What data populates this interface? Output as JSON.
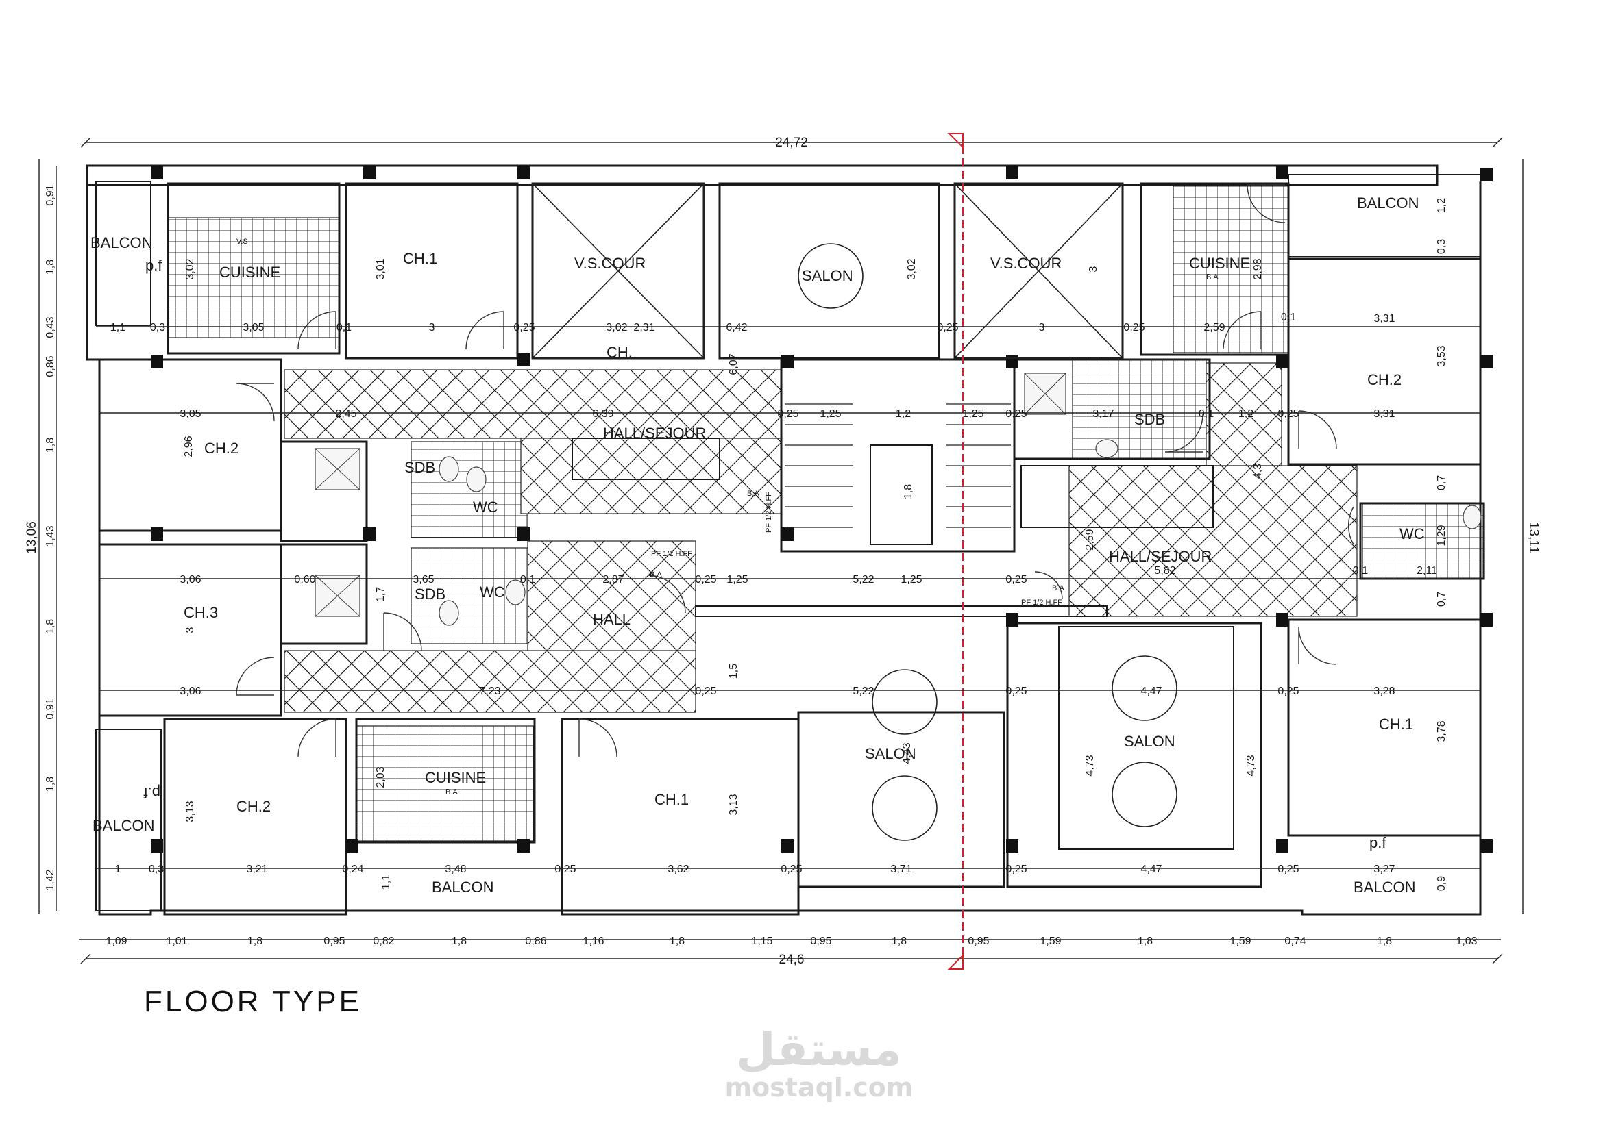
{
  "title": "FLOOR TYPE",
  "watermark": {
    "arabic": "مستقل",
    "domain": "mostaql.com"
  },
  "overall_dims": {
    "top": "24,72",
    "bottom": "24,6",
    "left": "13,06",
    "right": "13,11"
  },
  "bottom_dims": [
    "1,09",
    "1,01",
    "1,8",
    "0,95",
    "0,82",
    "1,8",
    "0,86",
    "1,16",
    "1,8",
    "1,15",
    "0,95",
    "1,8",
    "0,95",
    "1,59",
    "1,8",
    "1,59",
    "0,74",
    "1,8",
    "1,03"
  ],
  "left_dims": [
    "0,91",
    "1,8",
    "0,43",
    "0,86",
    "1,8",
    "1,43",
    "1,8",
    "0,91",
    "1,8",
    "1,42"
  ],
  "right_dims": [
    "1,2",
    "0,3",
    "0,7",
    "0,7",
    "0,9"
  ],
  "rooms": {
    "balcon_tl": "BALCON",
    "pf_tl": "p.f",
    "vs_tl": "V.S",
    "cuisine_tl": "CUISINE",
    "ch1_top": "CH.1",
    "vscour_l": "V.S.COUR",
    "ch_small": "CH.",
    "salon_top": "SALON",
    "vscour_r": "V.S.COUR",
    "cuisine_tr": "CUISINE",
    "ba_cuisine_tr": "B.A",
    "balcon_tr": "BALCON",
    "ch2_tr": "CH.2",
    "ch2_l": "CH.2",
    "sdb_l1": "SDB",
    "wc_l1": "WC",
    "hall_sejour_l": "HALL/SEJOUR",
    "ch3_l": "CH.3",
    "sdb_l2": "SDB",
    "wc_l2": "WC",
    "hall_mid": "HALL",
    "sdb_r": "SDB",
    "hall_sejour_r": "HALL/SEJOUR",
    "wc_r": "WC",
    "ch2_bl": "CH.2",
    "cuisine_bl": "CUISINE",
    "ba_cuisine_bl": "B.A",
    "balcon_bl": "BALCON",
    "pf_bl": "p.f",
    "ch1_bm": "CH.1",
    "salon_bm": "SALON",
    "salon_br": "SALON",
    "ch1_br": "CH.1",
    "balcon_b1": "BALCON",
    "balcon_b2": "BALCON",
    "pf_br": "p.f",
    "ba1": "B.A",
    "ba2": "B.A",
    "ba3": "B.A",
    "pf_half1": "PF 1/2 H.FF",
    "pf_half2": "PF 1/2 H.FF",
    "pf_half3": "PF 1/2 H.FF"
  },
  "inner_dims": {
    "r1_a": "1,1",
    "r1_b": "0,3",
    "r1_c": "3,05",
    "r1_d": "0,1",
    "r1_e": "3",
    "r1_f": "0,25",
    "r1_g": "3,02",
    "r1_h": "2,31",
    "r1_i": "6,42",
    "r1_j": "0,25",
    "r1_k": "3",
    "r1_l": "0,25",
    "r1_m": "2,59",
    "r1_n": "0,1",
    "r1_o": "3,31",
    "r2_a": "3,05",
    "r2_b": "2,45",
    "r2_c": "6,39",
    "r2_d": "0,25",
    "r2_e": "1,25",
    "r2_f": "1,2",
    "r2_g": "1,25",
    "r2_h": "0,25",
    "r2_i": "3,17",
    "r2_j": "0,1",
    "r2_k": "1,2",
    "r2_l": "0,25",
    "r2_m": "3,31",
    "r3_a": "3,06",
    "r3_b": "0,60",
    "r3_c": "3,65",
    "r3_d": "0,1",
    "r3_e": "2,87",
    "r3_f": "0,25",
    "r3_g": "1,25",
    "r3_h": "5,22",
    "r3_i": "1,25",
    "r3_j": "0,25",
    "r3_k": "5,82",
    "r3_l": "0,1",
    "r3_m": "2,11",
    "r4_a": "3,06",
    "r4_b": "7,23",
    "r4_c": "0,25",
    "r4_d": "5,22",
    "r4_e": "0,25",
    "r4_f": "4,47",
    "r4_g": "0,25",
    "r4_h": "3,28",
    "r5_a": "1",
    "r5_b": "0,3",
    "r5_c": "3,21",
    "r5_d": "0,24",
    "r5_e": "3,48",
    "r5_f": "0,25",
    "r5_g": "3,62",
    "r5_h": "0,25",
    "r5_i": "3,71",
    "r5_j": "0,25",
    "r5_k": "4,47",
    "r5_l": "0,25",
    "r5_m": "3,27",
    "v_a": "3,02",
    "v_b": "3,01",
    "v_c": "3,02",
    "v_d": "3",
    "v_e": "2,98",
    "v_f": "3,53",
    "v_g": "2,96",
    "v_h": "1,8",
    "v_i": "4,3",
    "v_j": "2,59",
    "v_k": "3",
    "v_l": "1,5",
    "v_m": "4,73",
    "v_n": "4,73",
    "v_o": "3,78",
    "v_p": "3,13",
    "v_q": "2,03",
    "v_r": "3,13",
    "v_s": "4,43",
    "v_t": "6,07",
    "v_u": "1,1",
    "v_v": "1,2",
    "v_w": "1,7",
    "v_x": "1,29"
  }
}
